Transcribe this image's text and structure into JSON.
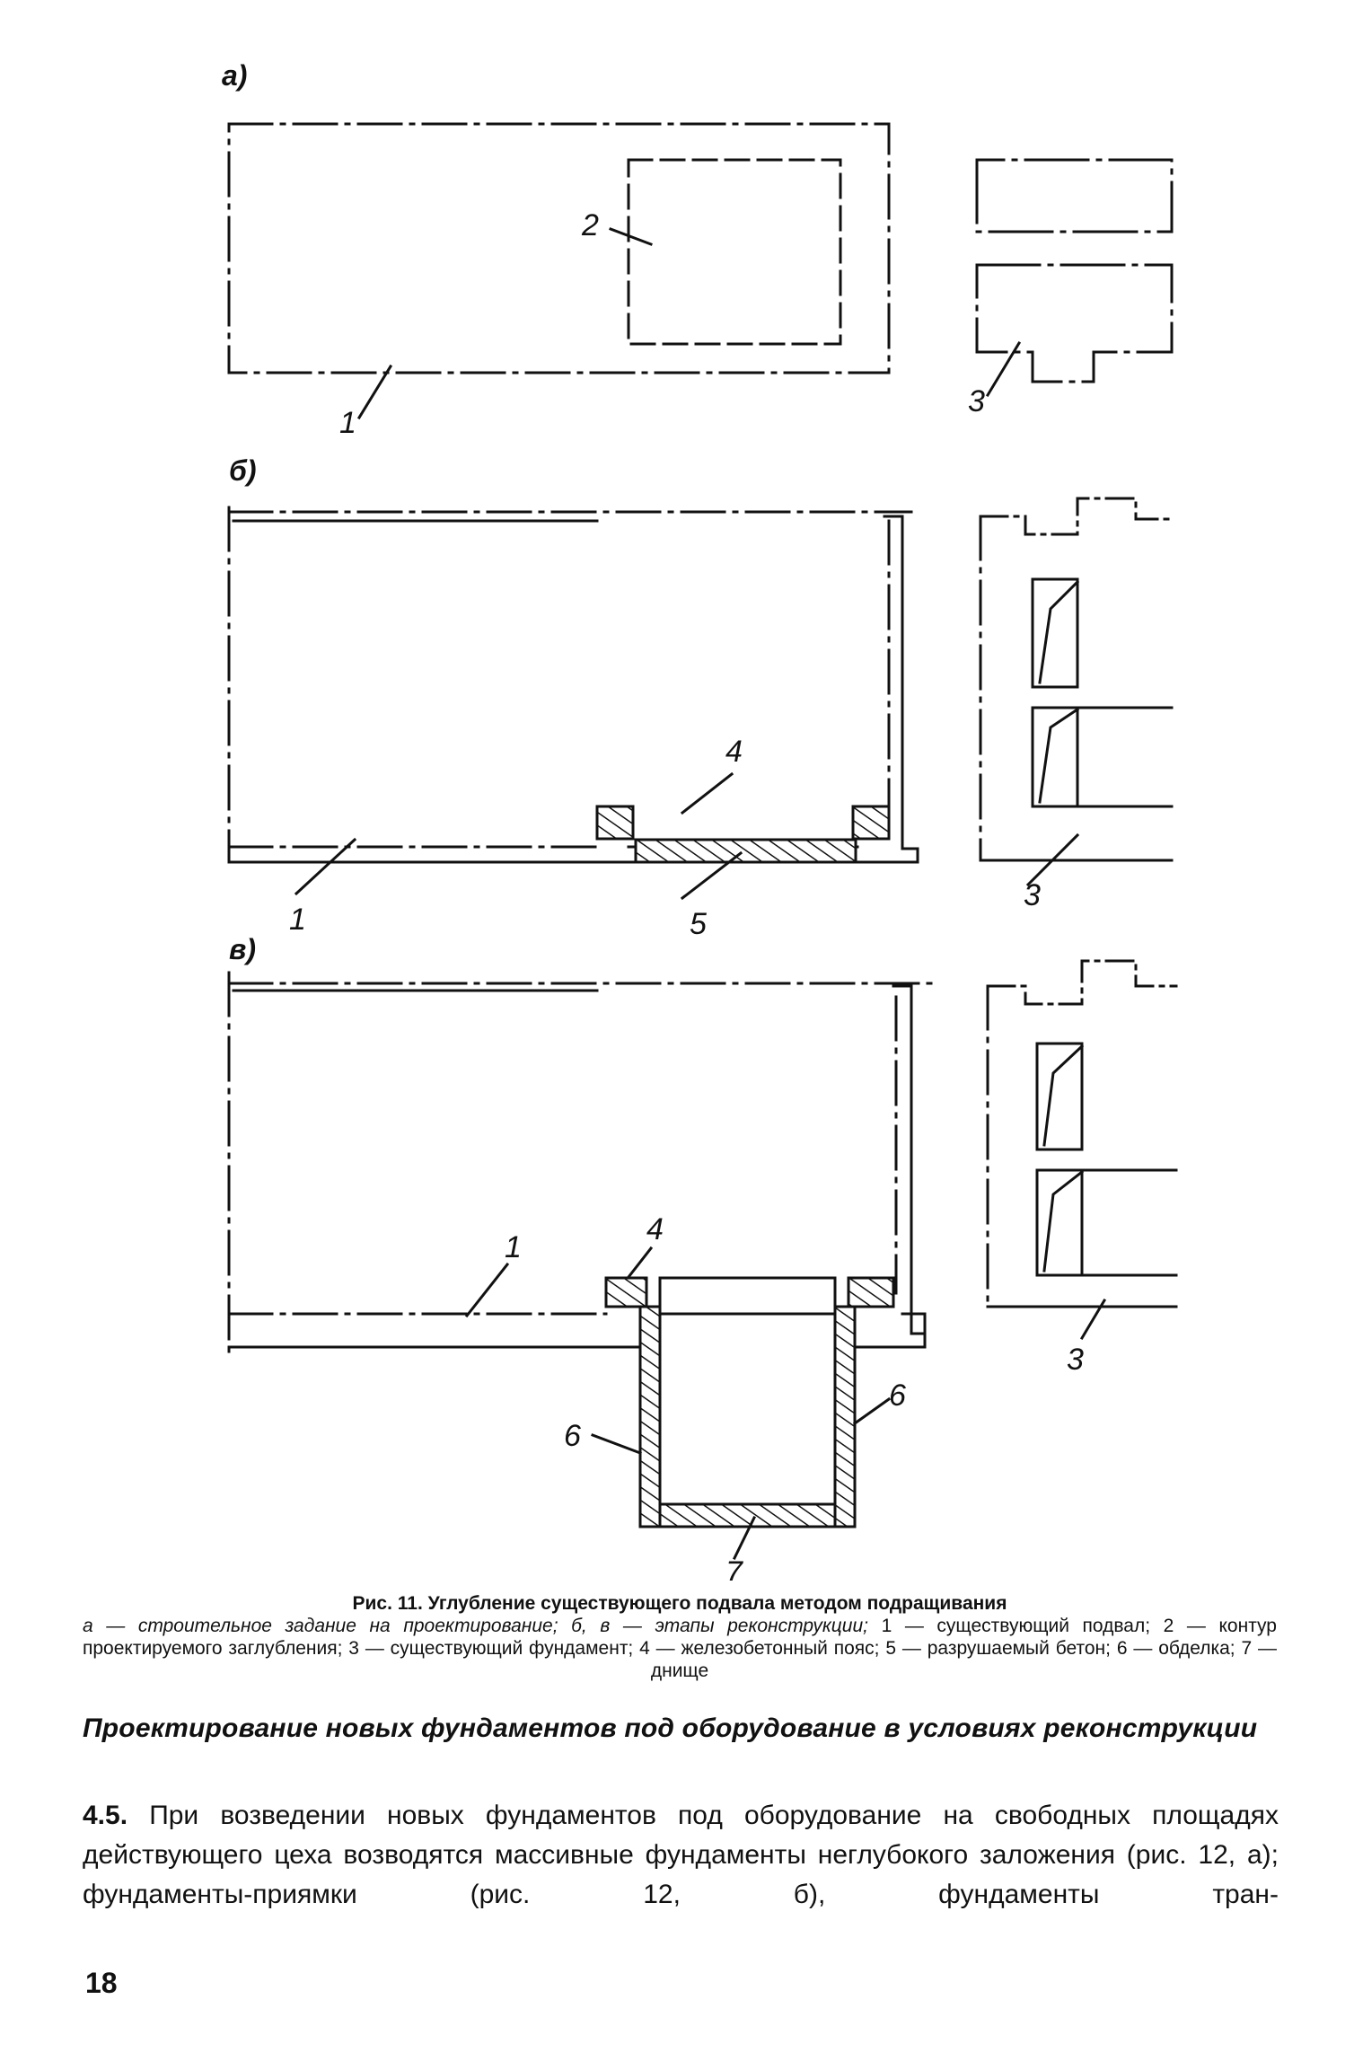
{
  "figure": {
    "panels": [
      {
        "label": "а)"
      },
      {
        "label": "б)"
      },
      {
        "label": "в)"
      }
    ],
    "callouts": {
      "a_1": "1",
      "a_2": "2",
      "a_3": "3",
      "b_1": "1",
      "b_3": "3",
      "b_4": "4",
      "b_5": "5",
      "c_1": "1",
      "c_3": "3",
      "c_4": "4",
      "c_6_left": "6",
      "c_6_right": "6",
      "c_7": "7"
    }
  },
  "caption": {
    "title": "Рис. 11. Углубление существующего подвала методом подращивания",
    "legend_italic": "а — строительное задание на проектирование; б, в — этапы реконструкции;",
    "legend_regular": "1 — существующий подвал; 2 — контур проектируемого заглубления; 3 — существующий фундамент; 4 — железобетонный пояс; 5 — разрушаемый бетон; 6 — обделка; 7 — днище"
  },
  "section_heading": "Проектирование новых фундаментов под оборудование в условиях реконструкции",
  "paragraph": {
    "number": "4.5.",
    "text": "При возведении новых фундаментов под оборудование на свободных площадях действующего цеха возводятся массивные фундаменты неглубокого заложения (рис. 12, а); фундаменты-приямки (рис. 12, б), фундаменты тран-"
  },
  "page_number": "18"
}
